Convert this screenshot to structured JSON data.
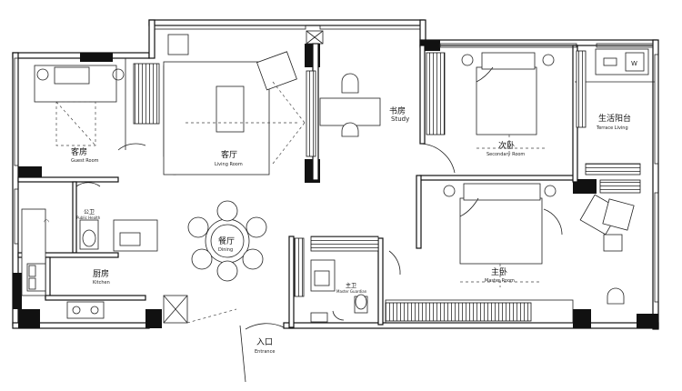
{
  "rooms": {
    "guest": {
      "cn": "客房",
      "en": "Guest Room"
    },
    "living": {
      "cn": "客厅",
      "en": "Living Room"
    },
    "study": {
      "cn": "书房",
      "en": "Study"
    },
    "secondary": {
      "cn": "次卧",
      "en": "Secondary Room"
    },
    "terrace": {
      "cn": "生活阳台",
      "en": "Terrace Living"
    },
    "public_wc": {
      "cn": "公卫",
      "en": "Public Health"
    },
    "dining": {
      "cn": "餐厅",
      "en": "Dining"
    },
    "kitchen": {
      "cn": "厨房",
      "en": "Kitchen"
    },
    "master": {
      "cn": "主卧",
      "en": "Master Room"
    },
    "master_wc": {
      "cn": "主卫",
      "en": "Master Guardian"
    },
    "entrance": {
      "cn": "入口",
      "en": "Entrance"
    }
  },
  "appliance": {
    "washer_letter": "W"
  }
}
